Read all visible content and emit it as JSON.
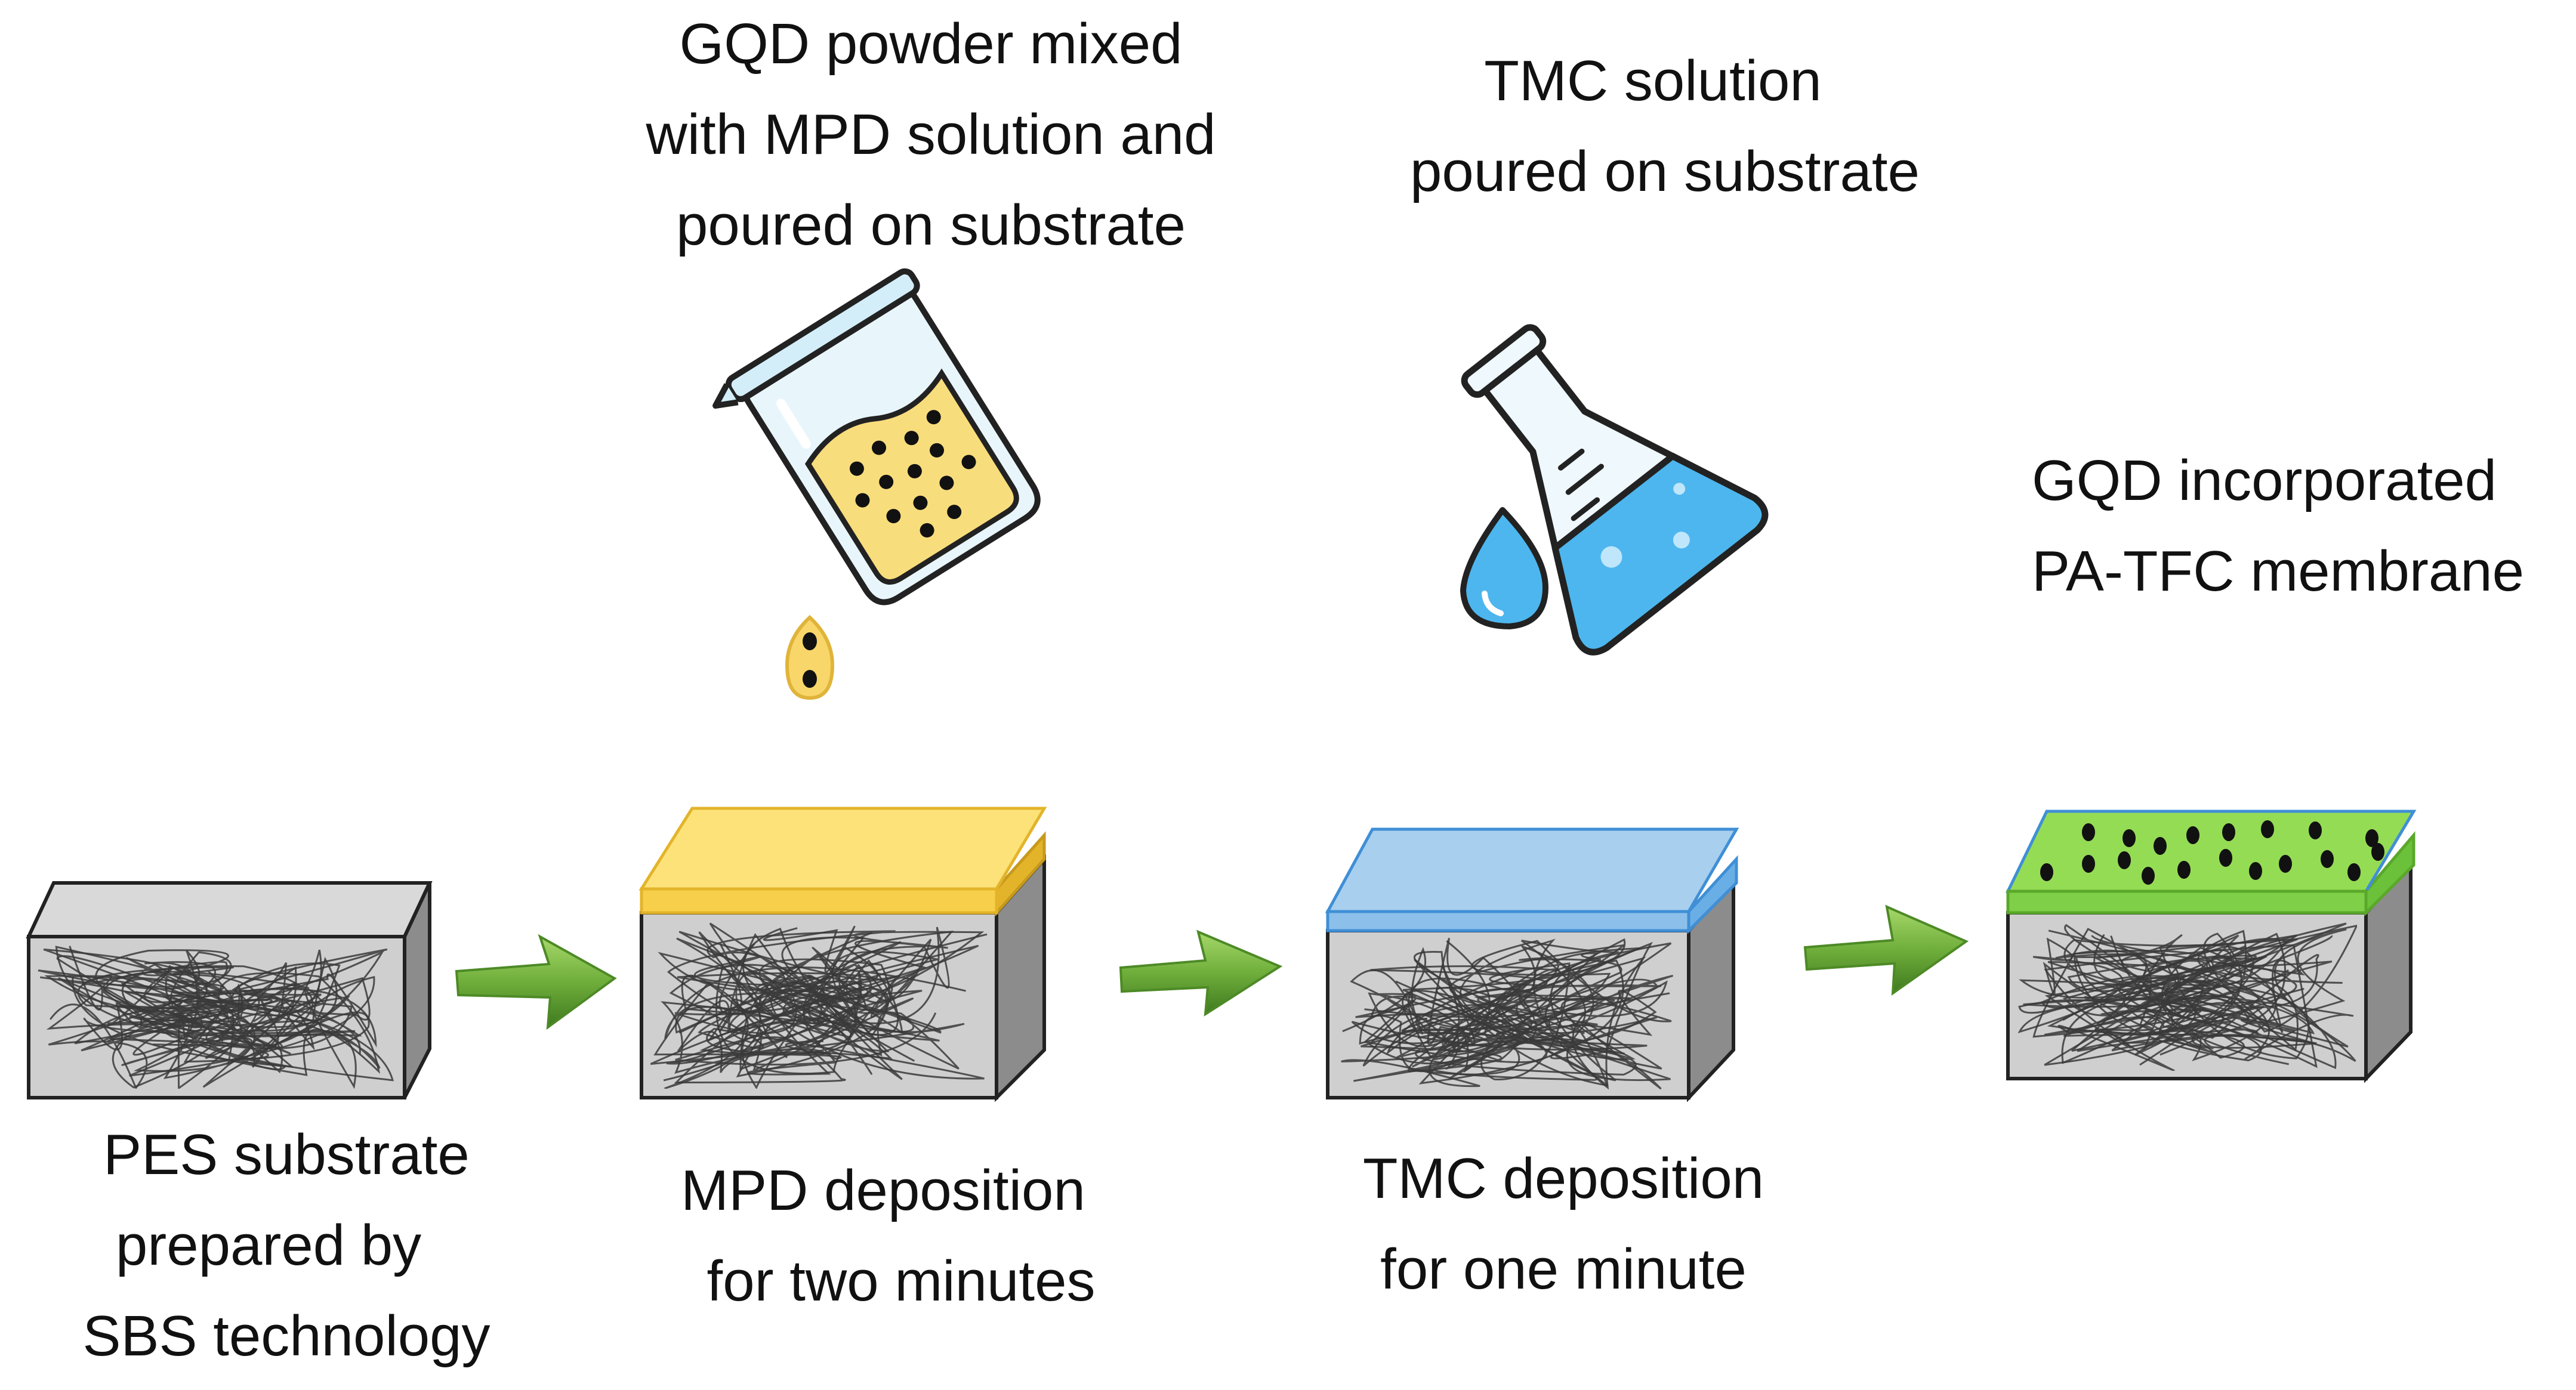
{
  "labels": {
    "gqd_mpd": [
      "GQD powder mixed",
      "with MPD solution and",
      "poured on substrate"
    ],
    "tmc_solution": [
      "TMC solution",
      "poured on substrate"
    ],
    "product": [
      "GQD incorporated",
      "PA-TFC membrane"
    ],
    "pes_substrate": [
      "PES substrate",
      "prepared by",
      "SBS technology"
    ],
    "mpd_deposition": [
      "MPD deposition",
      "for two minutes"
    ],
    "tmc_deposition": [
      "TMC deposition",
      "for one minute"
    ]
  },
  "colors": {
    "substrate_front": "#cfcfcf",
    "substrate_top": "#d9d9d9",
    "substrate_side": "#8c8c8c",
    "fiber": "#3a3a3a",
    "mpd_layer": "#fde27a",
    "mpd_edge": "#e3b42a",
    "tmc_layer": "#a9cfee",
    "tmc_edge": "#3f8fd6",
    "pa_layer": "#95dc55",
    "pa_edge": "#5aa82a",
    "gqd_dot": "#111111",
    "arrow": "#5f9f2f",
    "beaker_liquid": "#f8dd7c",
    "flask_liquid": "#4db6ee"
  },
  "icons": [
    "beaker-pouring-gqd-icon",
    "flask-pouring-tmc-icon",
    "droplet-icon",
    "gqd-drop-icon",
    "arrow-right-icon"
  ]
}
